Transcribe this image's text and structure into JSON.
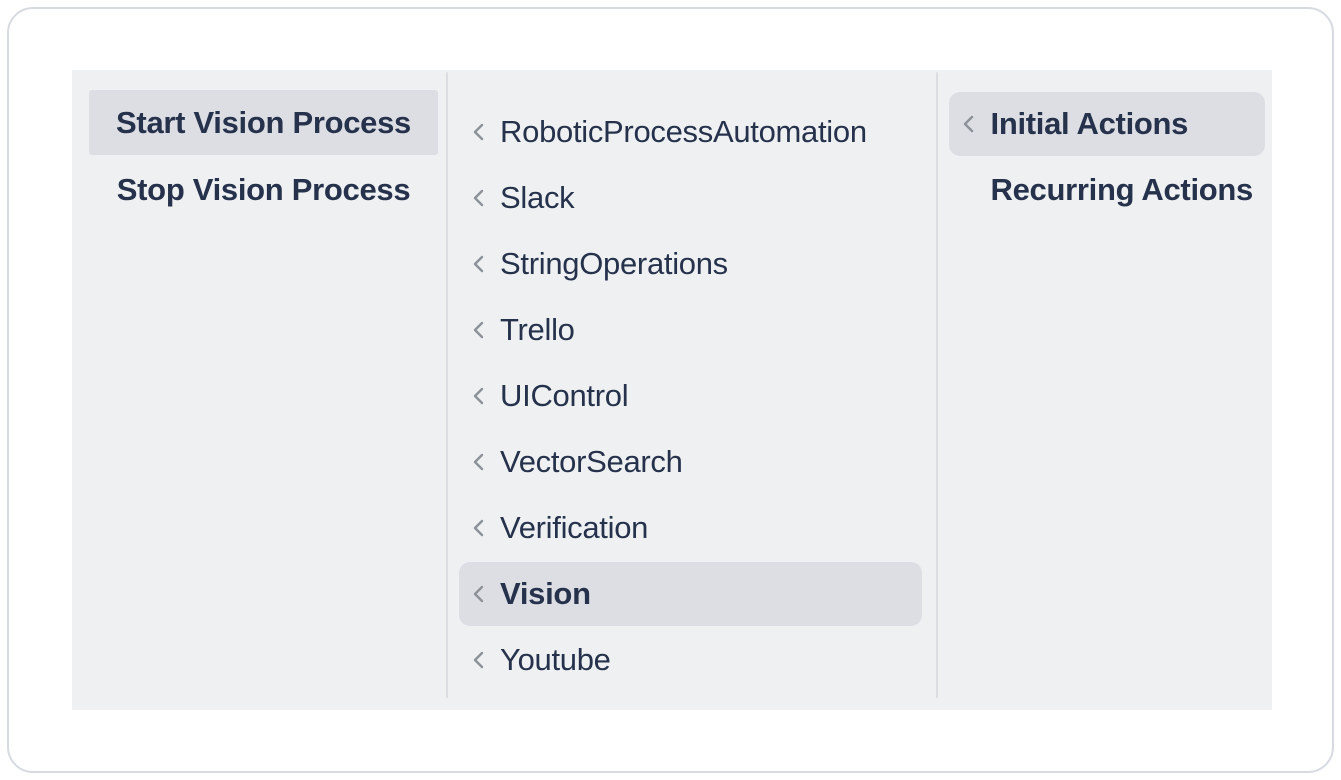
{
  "panel": {
    "columns": {
      "left": {
        "items": [
          {
            "label": "Start Vision Process",
            "selected": true
          },
          {
            "label": "Stop Vision Process",
            "selected": false
          }
        ]
      },
      "middle": {
        "items": [
          {
            "label": "RoboticProcessAutomation",
            "selected": false,
            "icon": "chevron-left-icon"
          },
          {
            "label": "Slack",
            "selected": false,
            "icon": "chevron-left-icon"
          },
          {
            "label": "StringOperations",
            "selected": false,
            "icon": "chevron-left-icon"
          },
          {
            "label": "Trello",
            "selected": false,
            "icon": "chevron-left-icon"
          },
          {
            "label": "UIControl",
            "selected": false,
            "icon": "chevron-left-icon"
          },
          {
            "label": "VectorSearch",
            "selected": false,
            "icon": "chevron-left-icon"
          },
          {
            "label": "Verification",
            "selected": false,
            "icon": "chevron-left-icon"
          },
          {
            "label": "Vision",
            "selected": true,
            "icon": "chevron-left-icon"
          },
          {
            "label": "Youtube",
            "selected": false,
            "icon": "chevron-left-icon"
          }
        ]
      },
      "right": {
        "items": [
          {
            "label": "Initial Actions",
            "selected": true,
            "icon": "chevron-left-icon"
          },
          {
            "label": "Recurring Actions",
            "selected": false
          }
        ]
      }
    }
  },
  "colors": {
    "panel_bg": "#eef0f2",
    "highlight_bg": "#dcdee4",
    "text": "#26324c",
    "chevron": "#8d9298",
    "divider": "#dbdde2",
    "card_border": "#d7dae1",
    "card_bg": "#ffffff"
  }
}
